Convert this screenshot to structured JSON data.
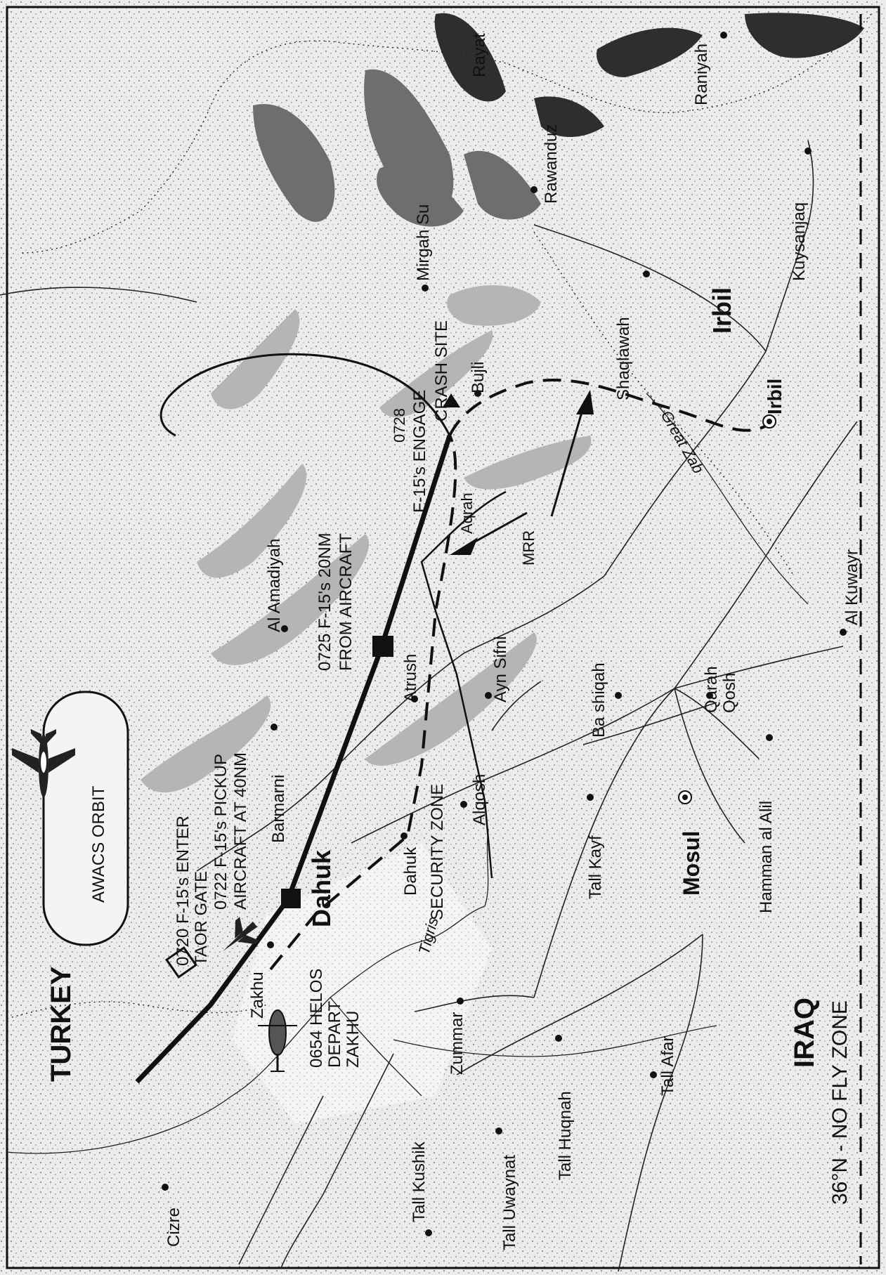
{
  "map": {
    "countries": {
      "turkey": "TURKEY",
      "iraq": "IRAQ"
    },
    "no_fly_zone": "36°N - NO FLY ZONE",
    "awacs_orbit": "AWACS ORBIT",
    "security_zone": "SECURITY ZONE",
    "mrr": "MRR",
    "rivers": {
      "tigris": "Tigris",
      "great_zab": "Great Zab"
    },
    "regions": {
      "dahuk": "Dahuk",
      "irbil": "Irbil"
    },
    "events": {
      "helos_depart_l1": "0654 HELOS",
      "helos_depart_l2": "DEPART",
      "helos_depart_l3": "ZAKHU",
      "taor_gate_l1": "0720 F-15's ENTER",
      "taor_gate_l2": "TAOR GATE",
      "pickup_l1": "0722 F-15's PICKUP",
      "pickup_l2": "AIRCRAFT AT 40NM",
      "twenty_nm_l1": "0725 F-15's 20NM",
      "twenty_nm_l2": "FROM AIRCRAFT",
      "engage_time": "0728",
      "engage_label": "F-15's ENGAGE",
      "crash_site": "CRASH SITE"
    },
    "towns": [
      "Zakhu",
      "Barmarni",
      "Al Amadiyah",
      "Atrush",
      "Dahuk",
      "Alqosh",
      "Ayn Sifni",
      "Ba shiqah",
      "Qarah",
      "Qosh",
      "Tall Kayf",
      "Mosul",
      "Hamman al Alil",
      "Al Kuwayr",
      "Irbil",
      "Shaqlawah",
      "Kuysanjaq",
      "Rawanduz",
      "Raniyah",
      "Mirgah Su",
      "Bujli",
      "Aqrah",
      "Zummar",
      "Tall Kushik",
      "Tall Uwaynat",
      "Tall Huqnah",
      "Tall Afar",
      "Cizre",
      "Rayat"
    ]
  }
}
